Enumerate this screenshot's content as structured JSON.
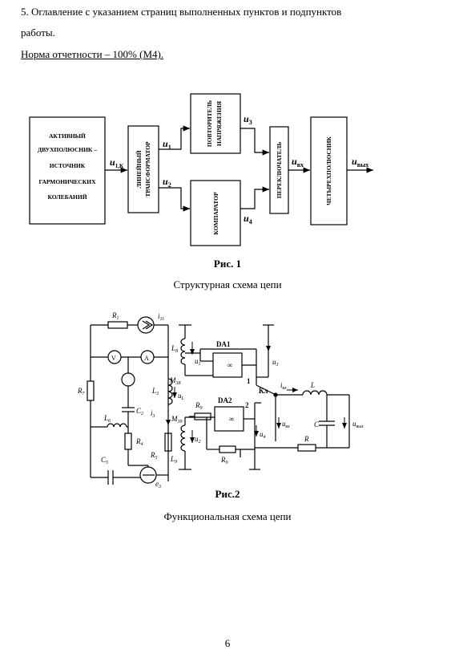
{
  "text": {
    "line1": "5. Оглавление с указанием страниц выполненных пунктов и подпунктов",
    "line2": "работы.",
    "norm": "Норма отчетности – 100% (М4)."
  },
  "figure1": {
    "blocks": {
      "source": [
        "АКТИВНЫЙ",
        "ДВУХПОЛЮСНИК –",
        "ИСТОЧНИК",
        "ГАРМОНИЧЕСКИХ",
        "КОЛЕБАНИЙ"
      ],
      "transformer": [
        "ЛИНЕЙНЫЙ",
        "ТРАНСФОРМАТОР"
      ],
      "repeater": [
        "ПОВТОРИТЕЛЬ",
        "НАПРЯЖЕНИЯ"
      ],
      "comparator": "КОМПАРАТОР",
      "switch": "ПЕРЕКЛЮЧАТЕЛЬ",
      "quadripole": "ЧЕТЫРЕХПОЛЮСНИК"
    },
    "signals": {
      "u": "u",
      "in_sub": "1,К",
      "u1": "1",
      "u2": "2",
      "u3": "3",
      "u4": "4",
      "vx": "вх",
      "vyx": "вых"
    },
    "caption_title": "Рис. 1",
    "caption_sub": "Структурная схема цепи"
  },
  "figure2": {
    "labels": {
      "R1": "R",
      "R1s": "1",
      "i11": "i",
      "i11s": "11",
      "V": "V",
      "A": "A",
      "R7": "R",
      "R7s": "7",
      "L6": "L",
      "L6s": "6",
      "C2": "C",
      "C2s": "2",
      "R4": "R",
      "R4s": "4",
      "R5": "R",
      "R5s": "5",
      "C5": "C",
      "C5s": "5",
      "e3": "e",
      "e3s": "3",
      "L8": "L",
      "L8s": "8",
      "u1": "u",
      "u1s": "1",
      "M38": "M",
      "M38s": "38",
      "L3": "L",
      "L3s": "3",
      "uL": "u",
      "uLs": "L",
      "i3": "i",
      "i3s": "3",
      "M39": "M",
      "M39s": "39",
      "u2": "u",
      "u2s": "2",
      "L9": "L",
      "L9s": "9",
      "DA1": "DA1",
      "DA2": "DA2",
      "inf": "∞",
      "u3": "u",
      "u3s": "3",
      "R9a": "R",
      "R9as": "9",
      "R9b": "R",
      "R9bs": "9",
      "u4": "u",
      "u4s": "4",
      "Kl": "Кл",
      "n1": "1",
      "n2": "2",
      "ivx": "i",
      "ivxs": "вх",
      "L": "L",
      "uvx": "u",
      "uvxs": "вх",
      "C": "C",
      "uvyx": "u",
      "uvyxs": "вых",
      "R": "R"
    },
    "caption_title": "Рис.2",
    "caption_sub": "Функциональная схема цепи"
  },
  "page_number": "6"
}
